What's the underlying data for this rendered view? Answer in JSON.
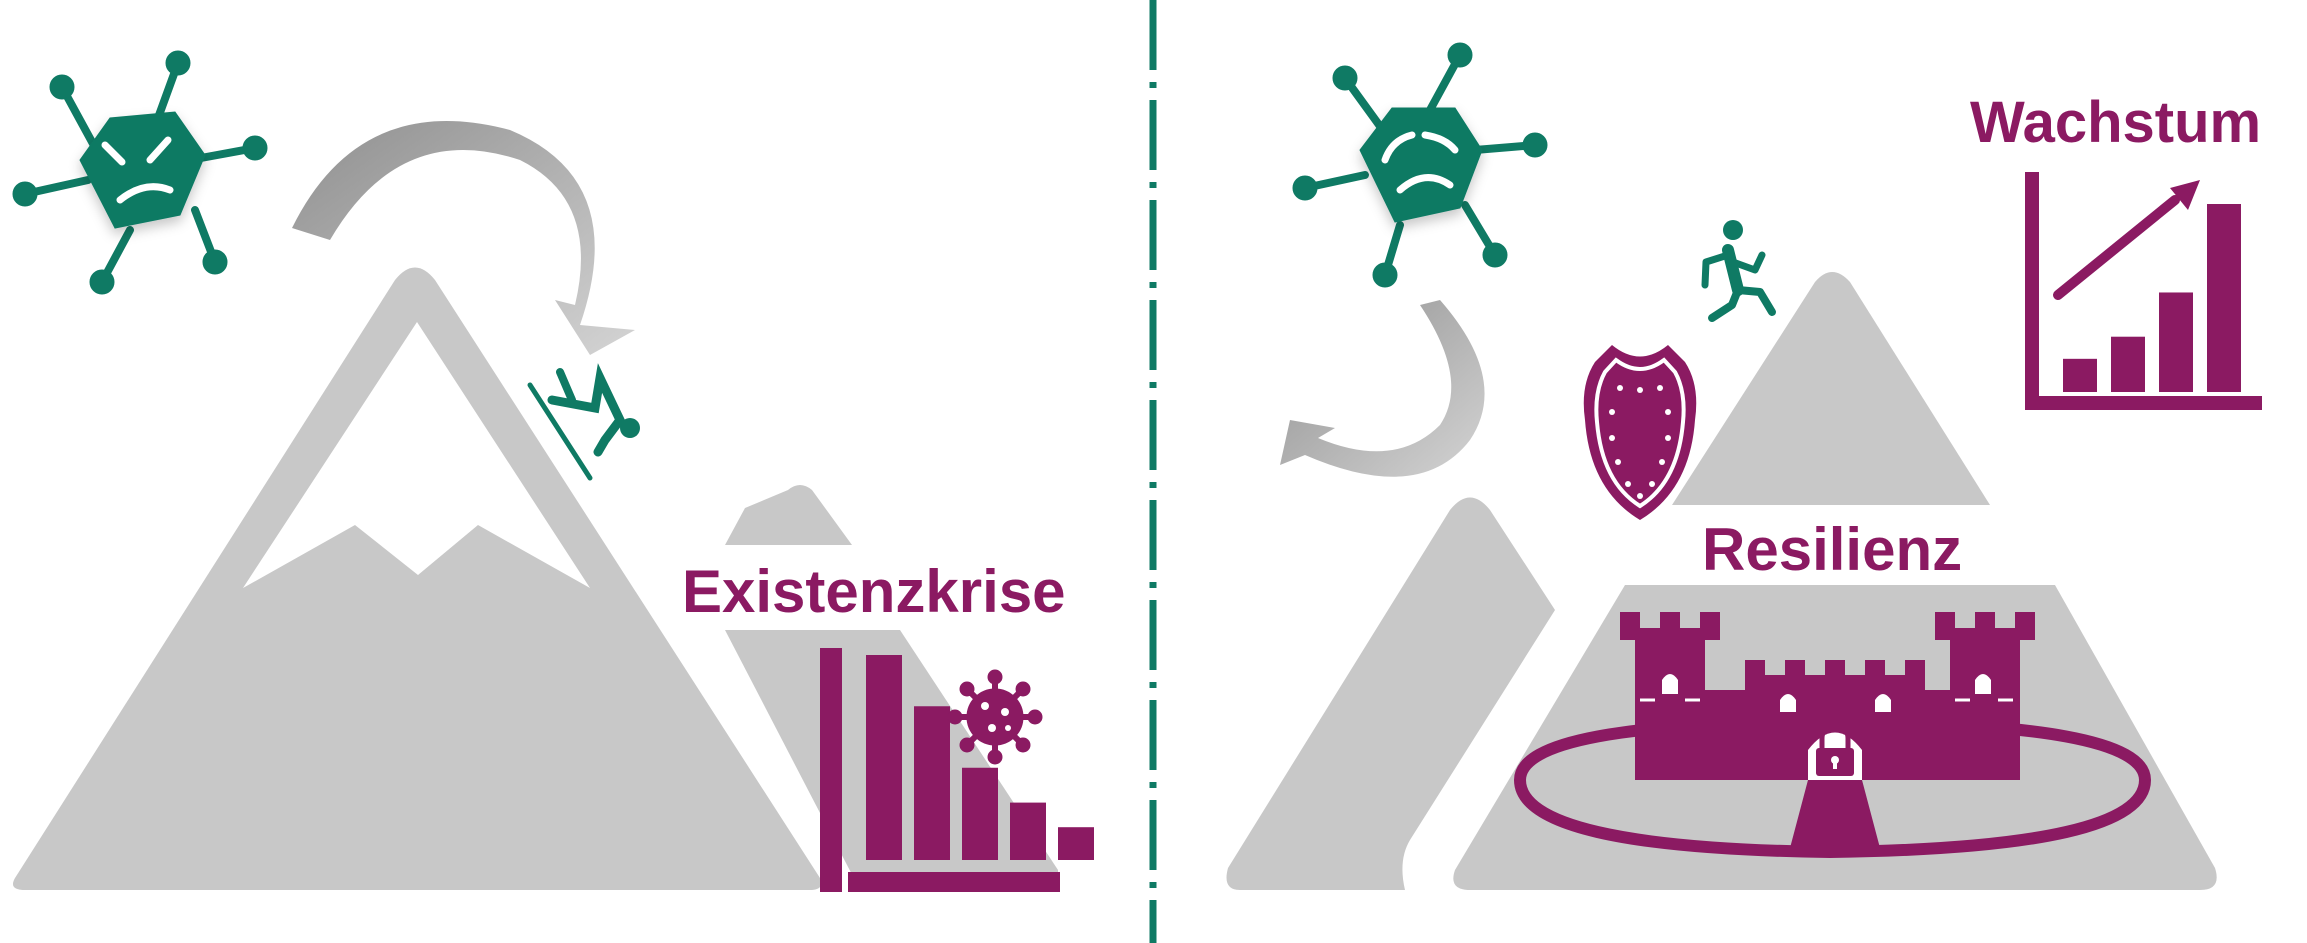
{
  "labels": {
    "left": "Existenzkrise",
    "right_middle": "Resilienz",
    "right_top": "Wachstum"
  },
  "chart_data": [
    {
      "type": "bar",
      "values": [
        10,
        7.5,
        4.5,
        2.8,
        1.6
      ],
      "trend": "decline"
    },
    {
      "type": "bar",
      "values": [
        1.5,
        2.5,
        4.5,
        8.5
      ],
      "trend": "growth"
    }
  ],
  "colors": {
    "virus": "#0f7a64",
    "accent": "#8b1a62",
    "mountain": "#c8c8c8",
    "arrow": "#a8a8a8",
    "divider": "#0f7a64"
  },
  "icons": [
    "virus-icon",
    "skier-icon",
    "runner-icon",
    "shield-icon",
    "castle-icon",
    "padlock-icon",
    "coronavirus-icon"
  ]
}
